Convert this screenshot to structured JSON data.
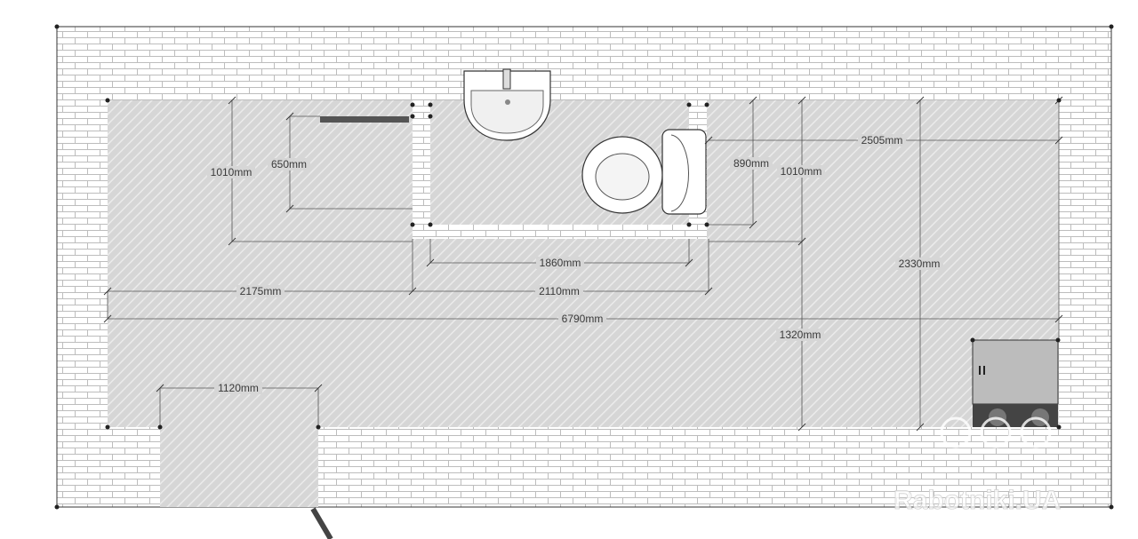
{
  "dimensions": {
    "d2175": "2175mm",
    "d2110": "2110mm",
    "d1860": "1860mm",
    "d6790": "6790mm",
    "d1120": "1120mm",
    "d1010_left": "1010mm",
    "d650": "650mm",
    "d890": "890mm",
    "d1010_right": "1010mm",
    "d2505": "2505mm",
    "d2330": "2330mm",
    "d1320": "1320mm"
  },
  "watermark": {
    "text": "Rabotniki.UA"
  },
  "colors": {
    "brick_fill": "#ffffff",
    "brick_line": "#bdbdbd",
    "floor_fill": "#d6d6d6",
    "floor_hatch": "#ebebeb",
    "outline": "#333333",
    "cabinet": "#b9b9b9"
  }
}
